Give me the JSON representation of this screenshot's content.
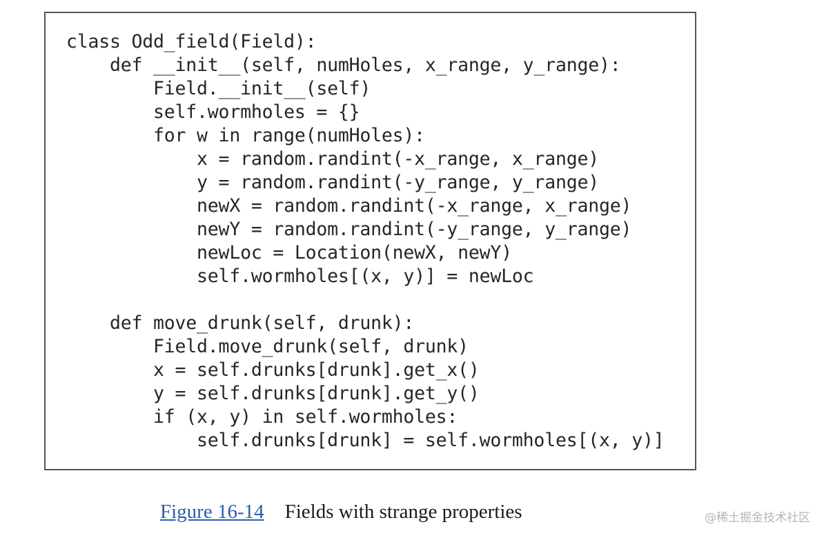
{
  "code": {
    "lines": [
      "class Odd_field(Field):",
      "    def __init__(self, numHoles, x_range, y_range):",
      "        Field.__init__(self)",
      "        self.wormholes = {}",
      "        for w in range(numHoles):",
      "            x = random.randint(-x_range, x_range)",
      "            y = random.randint(-y_range, y_range)",
      "            newX = random.randint(-x_range, x_range)",
      "            newY = random.randint(-y_range, y_range)",
      "            newLoc = Location(newX, newY)",
      "            self.wormholes[(x, y)] = newLoc",
      "",
      "    def move_drunk(self, drunk):",
      "        Field.move_drunk(self, drunk)",
      "        x = self.drunks[drunk].get_x()",
      "        y = self.drunks[drunk].get_y()",
      "        if (x, y) in self.wormholes:",
      "            self.drunks[drunk] = self.wormholes[(x, y)]"
    ]
  },
  "caption": {
    "link_text": "Figure 16-14",
    "text": "Fields with strange properties"
  },
  "watermark": {
    "text": "@稀土掘金技术社区"
  },
  "colors": {
    "link": "#2a5db0",
    "code_text": "#262626",
    "border": "#555555"
  }
}
